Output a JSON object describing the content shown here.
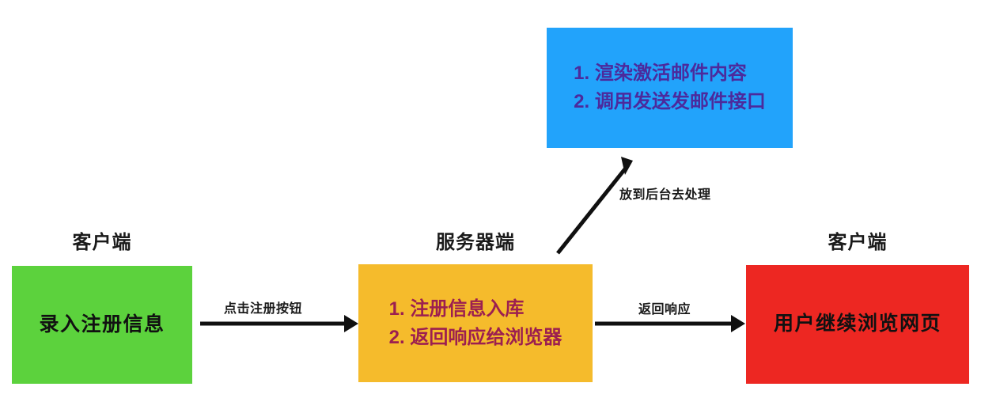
{
  "diagram": {
    "title_headings": [
      {
        "id": "client-left",
        "text": "客户端"
      },
      {
        "id": "server",
        "text": "服务器端"
      },
      {
        "id": "client-right",
        "text": "客户端"
      }
    ],
    "nodes": {
      "client_input": {
        "label": "录入注册信息",
        "color": "#5cd23d",
        "text_color": "#111111"
      },
      "server_process": {
        "lines": [
          "1. 注册信息入库",
          "2. 返回响应给浏览器"
        ],
        "color": "#f5bb2c",
        "text_color": "#9c1f50"
      },
      "background_task": {
        "lines": [
          "1. 渲染激活邮件内容",
          "2. 调用发送发邮件接口"
        ],
        "color": "#22a3fb",
        "text_color": "#4c2a9c"
      },
      "client_result": {
        "label": "用户继续浏览网页",
        "color": "#ed2722",
        "text_color": "#111111"
      }
    },
    "edges": [
      {
        "id": "click-register",
        "label": "点击注册按钮",
        "from": "client_input",
        "to": "server_process"
      },
      {
        "id": "return-response",
        "label": "返回响应",
        "from": "server_process",
        "to": "client_result"
      },
      {
        "id": "to-background",
        "label": "放到后台去处理",
        "from": "server_process",
        "to": "background_task"
      }
    ]
  }
}
